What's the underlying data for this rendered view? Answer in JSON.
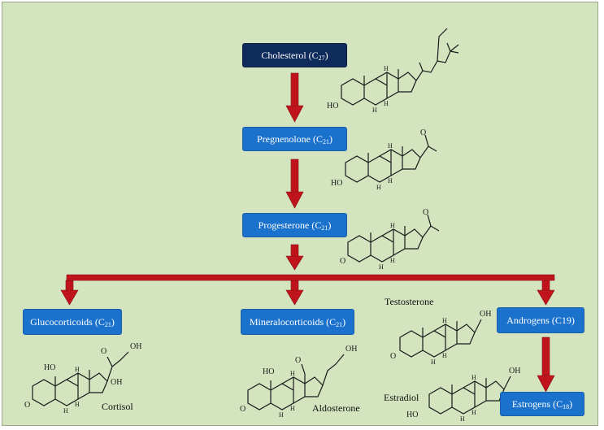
{
  "colors": {
    "background": "#d3e4bf",
    "dark_box": "#0f2b5b",
    "blue_box": "#1b72cc",
    "arrow": "#c0141c",
    "bond": "#1a1a1a"
  },
  "nodes": {
    "cholesterol": {
      "name": "Cholesterol (C",
      "sub": "27",
      "close": ")"
    },
    "pregnenolone": {
      "name": "Pregnenolone (C",
      "sub": "21",
      "close": ")"
    },
    "progesterone": {
      "name": "Progesterone (C",
      "sub": "21",
      "close": ")"
    },
    "glucocorticoids": {
      "name": "Glucocorticoids (C",
      "sub": "21",
      "close": ")"
    },
    "mineralocorticoids": {
      "name": "Mineralocorticoids (C",
      "sub": "21",
      "close": ")"
    },
    "androgens": {
      "name": "Androgens (C19)"
    },
    "estrogens": {
      "name": "Estrogens (C",
      "sub": "18",
      "close": ")"
    }
  },
  "compound_labels": {
    "cortisol": "Cortisol",
    "aldosterone": "Aldosterone",
    "testosterone": "Testosterone",
    "estradiol": "Estradiol"
  },
  "atom_labels": {
    "hydroxyl": "HO",
    "hydroxyl_right": "OH",
    "oxygen": "O",
    "hydrogen": "H"
  },
  "edges": [
    {
      "from": "cholesterol",
      "to": "pregnenolone"
    },
    {
      "from": "pregnenolone",
      "to": "progesterone"
    },
    {
      "from": "progesterone",
      "to": "glucocorticoids"
    },
    {
      "from": "progesterone",
      "to": "mineralocorticoids"
    },
    {
      "from": "progesterone",
      "to": "androgens"
    },
    {
      "from": "androgens",
      "to": "estrogens"
    }
  ]
}
